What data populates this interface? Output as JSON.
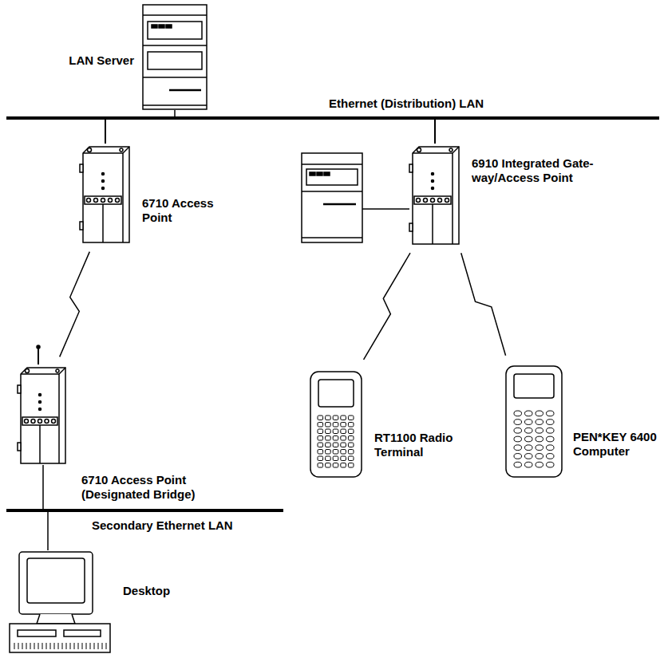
{
  "diagram": {
    "nodes": [
      {
        "text": [
          "LAN Server"
        ]
      },
      {
        "text": [
          "6710 Access Point"
        ]
      },
      {
        "text": [
          "6910 Integrated Gate-way/Access Point"
        ]
      },
      {
        "text": [
          "6710 Access Point (Designated Bridge)"
        ]
      },
      {
        "text": [
          "RT1100 Radio Terminal"
        ]
      },
      {
        "text": [
          "PEN*KEY 6400 Computer"
        ]
      },
      {
        "text": [
          "Desktop"
        ]
      }
    ],
    "edges": [
      {
        "from": 1,
        "to": 3,
        "arrow": "none"
      },
      {
        "from": 2,
        "to": 4,
        "arrow": "none"
      },
      {
        "from": 2,
        "to": 5,
        "arrow": "none"
      }
    ],
    "labels": [
      "Ethernet (Distribution) LAN",
      "Secondary Ethernet LAN"
    ]
  }
}
